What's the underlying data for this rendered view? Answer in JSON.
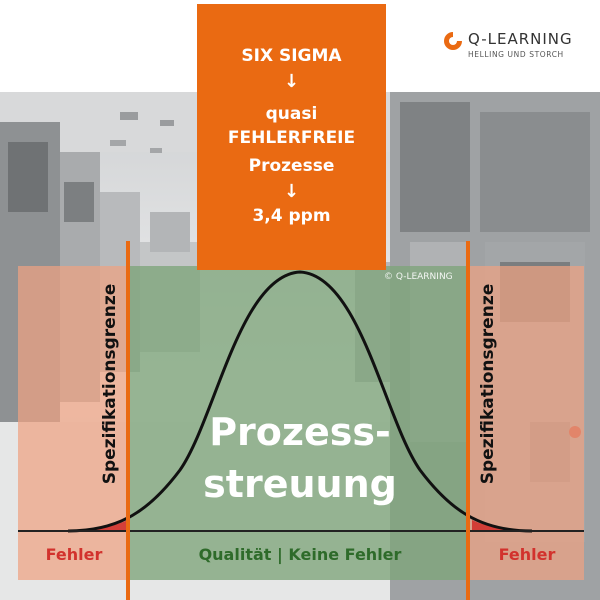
{
  "logo": {
    "icon": "q-learning-logo-icon",
    "name": "Q-LEARNING",
    "subtitle": "HELLING UND STORCH"
  },
  "six_sigma_box": {
    "line1": "SIX SIGMA",
    "arrow1": "↓",
    "line2": "quasi",
    "line3": "FEHLERFREIE",
    "line4": "Prozesse",
    "arrow2": "↓",
    "line5": "3,4 ppm"
  },
  "copyright": "© Q-LEARNING",
  "spec_label_left": "Spezifikationsgrenze",
  "spec_label_right": "Spezifikationsgrenze",
  "center_text": {
    "line1": "Prozess-",
    "line2": "streuung"
  },
  "bottom_labels": {
    "left": "Fehler",
    "middle": "Qualität | Keine Fehler",
    "right": "Fehler"
  },
  "colors": {
    "accent_orange": "#ea6a12",
    "error_zone": "#efa282",
    "quality_zone": "#7ea47a",
    "error_text": "#d2322d",
    "quality_text": "#2e6b2a"
  }
}
